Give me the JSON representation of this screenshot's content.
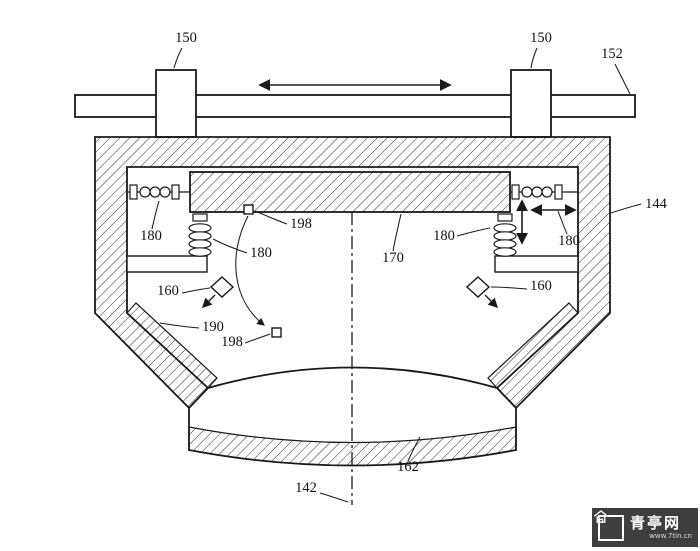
{
  "figure": {
    "labels": {
      "block_left": "150",
      "block_right": "150",
      "rail": "152",
      "housing": "144",
      "spring_left_outer": "180",
      "spring_left_inner": "180",
      "spring_right_inner": "180",
      "spring_right_outer": "180",
      "marker_top": "198",
      "marker_bottom": "198",
      "plate": "170",
      "fold_left": "160",
      "fold_right": "160",
      "liner": "190",
      "lens": "162",
      "axis": "142"
    }
  },
  "watermark": {
    "name": "青亭网",
    "url": "www.7tin.cn"
  }
}
